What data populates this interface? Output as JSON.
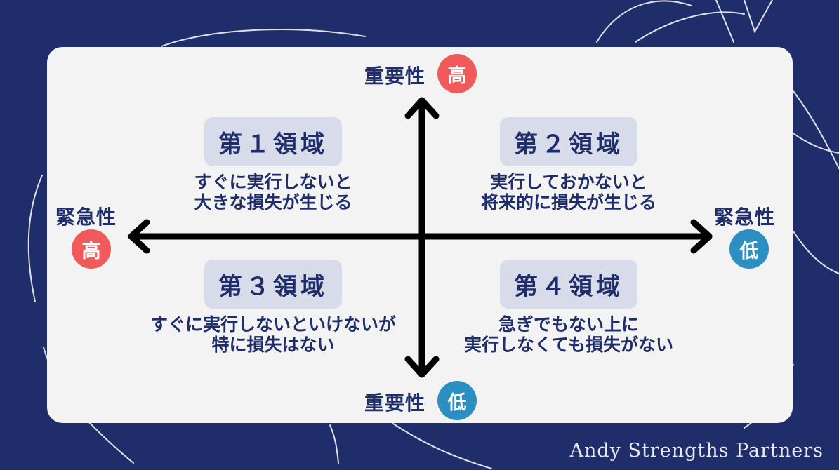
{
  "axes": {
    "importance_label": "重要性",
    "urgency_label": "緊急性",
    "high": "高",
    "low": "低"
  },
  "quadrants": [
    {
      "title": "第１領域",
      "lines": [
        "すぐに実行しないと",
        "大きな損失が生じる"
      ]
    },
    {
      "title": "第２領域",
      "lines": [
        "実行しておかないと",
        "将来的に損失が生じる"
      ]
    },
    {
      "title": "第３領域",
      "lines": [
        "すぐに実行しないといけないが",
        "特に損失はない"
      ]
    },
    {
      "title": "第４領域",
      "lines": [
        "急ぎでもない上に",
        "実行しなくても損失がない"
      ]
    }
  ],
  "colors": {
    "background": "#1f2e6b",
    "card": "#f3f3f3",
    "high_badge": "#f05a5b",
    "low_badge": "#2b8fc2",
    "title_box": "#d8dcea",
    "text": "#1f2e6b"
  },
  "watermark": "Andy Strengths Partners"
}
